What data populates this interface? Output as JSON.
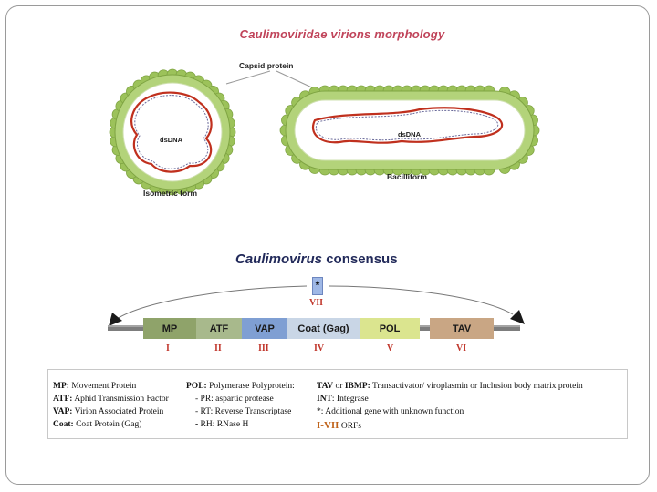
{
  "top_title": "Caulimoviridae virions morphology",
  "labels": {
    "capsid": "Capsid protein",
    "dsdna_left": "dsDNA",
    "dsdna_right": "dsDNA",
    "isometric": "Isometric form",
    "bacilliform": "Bacilliform"
  },
  "genome_title": {
    "italic": "Caulimovirus",
    "rest": " consensus"
  },
  "marker": {
    "symbol": "*",
    "orf": "VII"
  },
  "genome_segments": [
    {
      "label": "MP",
      "orf": "I",
      "color": "#8fa36a"
    },
    {
      "label": "ATF",
      "orf": "II",
      "color": "#a8b98c"
    },
    {
      "label": "VAP",
      "orf": "III",
      "color": "#7f9fd3"
    },
    {
      "label": "Coat (Gag)",
      "orf": "IV",
      "color": "#c9d6e6"
    },
    {
      "label": "POL",
      "orf": "V",
      "color": "#dbe58f"
    },
    {
      "label": "TAV",
      "orf": "VI",
      "color": "#c9a684"
    }
  ],
  "legend": {
    "col1": [
      {
        "key": "MP:",
        "text": " Movement Protein"
      },
      {
        "key": "ATF:",
        "text": " Aphid Transmission Factor"
      },
      {
        "key": "VAP:",
        "text": " Virion Associated Protein"
      },
      {
        "key": "Coat:",
        "text": "  Coat Protein (Gag)"
      }
    ],
    "col2": [
      {
        "key": "POL:",
        "text": " Polymerase Polyprotein:"
      },
      {
        "key": "",
        "text": "- PR: aspartic protease"
      },
      {
        "key": "",
        "text": "- RT: Reverse Transcriptase"
      },
      {
        "key": "-",
        "text": " RH: RNase H"
      }
    ],
    "col3": [
      {
        "key": "TAV",
        "text": " or ",
        "key2": "IBMP:",
        "text2": " Transactivator/ viroplasmin or Inclusion body matrix protein"
      },
      {
        "key": "INT",
        "text": ": Integrase"
      },
      {
        "key": "",
        "text": "*: Additional gene with unknown function"
      },
      {
        "orf": "I-VII",
        "text": " ORFs"
      }
    ]
  },
  "colors": {
    "title_red": "#c0445a",
    "dna_red": "#c0301e",
    "capsid_green": "#9cc25a",
    "roman_red": "#c0362b"
  }
}
